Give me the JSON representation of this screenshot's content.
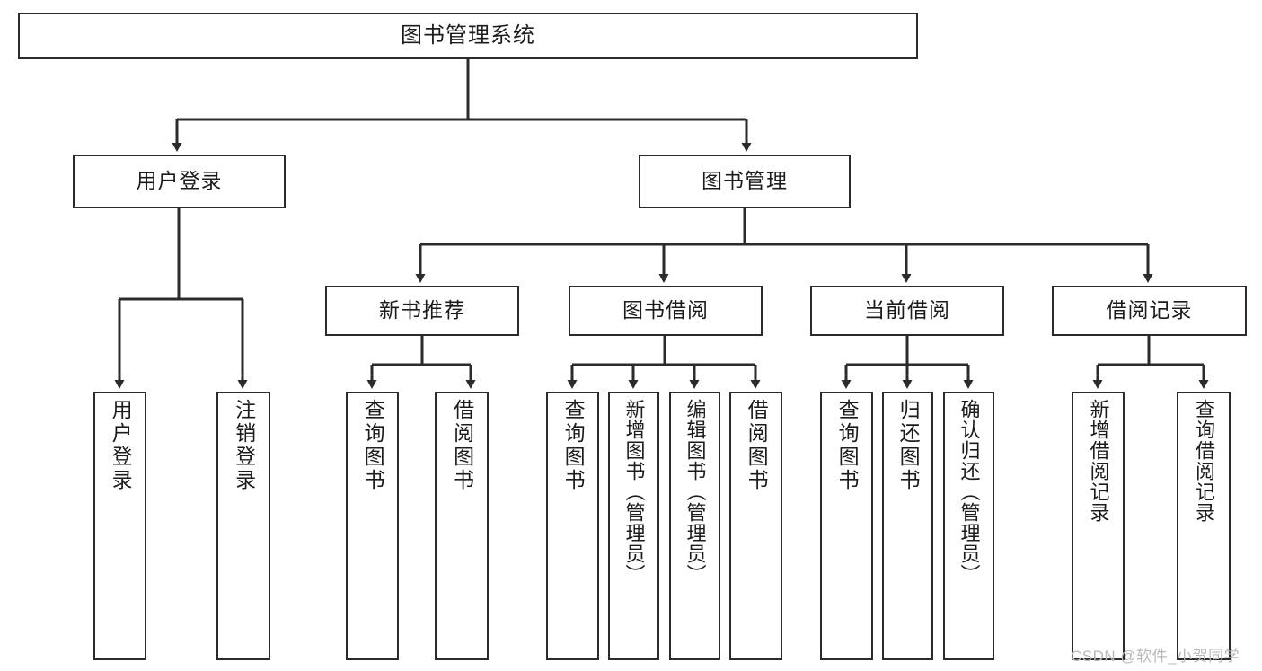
{
  "diagram": {
    "type": "tree-hierarchy-chart",
    "title": "图书管理系统",
    "root": {
      "label": "图书管理系统"
    },
    "level2": [
      {
        "label": "用户登录"
      },
      {
        "label": "图书管理"
      }
    ],
    "level3": [
      {
        "label": "新书推荐"
      },
      {
        "label": "图书借阅"
      },
      {
        "label": "当前借阅"
      },
      {
        "label": "借阅记录"
      }
    ],
    "leaves": {
      "user_login": [
        {
          "label": "用户登录"
        },
        {
          "label": "注销登录"
        }
      ],
      "new_book_recommend": [
        {
          "label": "查询图书"
        },
        {
          "label": "借阅图书"
        }
      ],
      "book_borrow": [
        {
          "label": "查询图书"
        },
        {
          "label": "新增图书（管理员）"
        },
        {
          "label": "编辑图书（管理员）"
        },
        {
          "label": "借阅图书"
        }
      ],
      "current_borrow": [
        {
          "label": "查询图书"
        },
        {
          "label": "归还图书"
        },
        {
          "label": "确认归还（管理员）"
        }
      ],
      "borrow_record": [
        {
          "label": "新增借阅记录"
        },
        {
          "label": "查询借阅记录"
        }
      ]
    }
  },
  "watermark": {
    "text": "CSDN @软件_小贺同学"
  },
  "colors": {
    "stroke": "#2b2b2b",
    "text": "#1c1c1c",
    "background": "#ffffff",
    "watermark": "#b9b9b9"
  }
}
